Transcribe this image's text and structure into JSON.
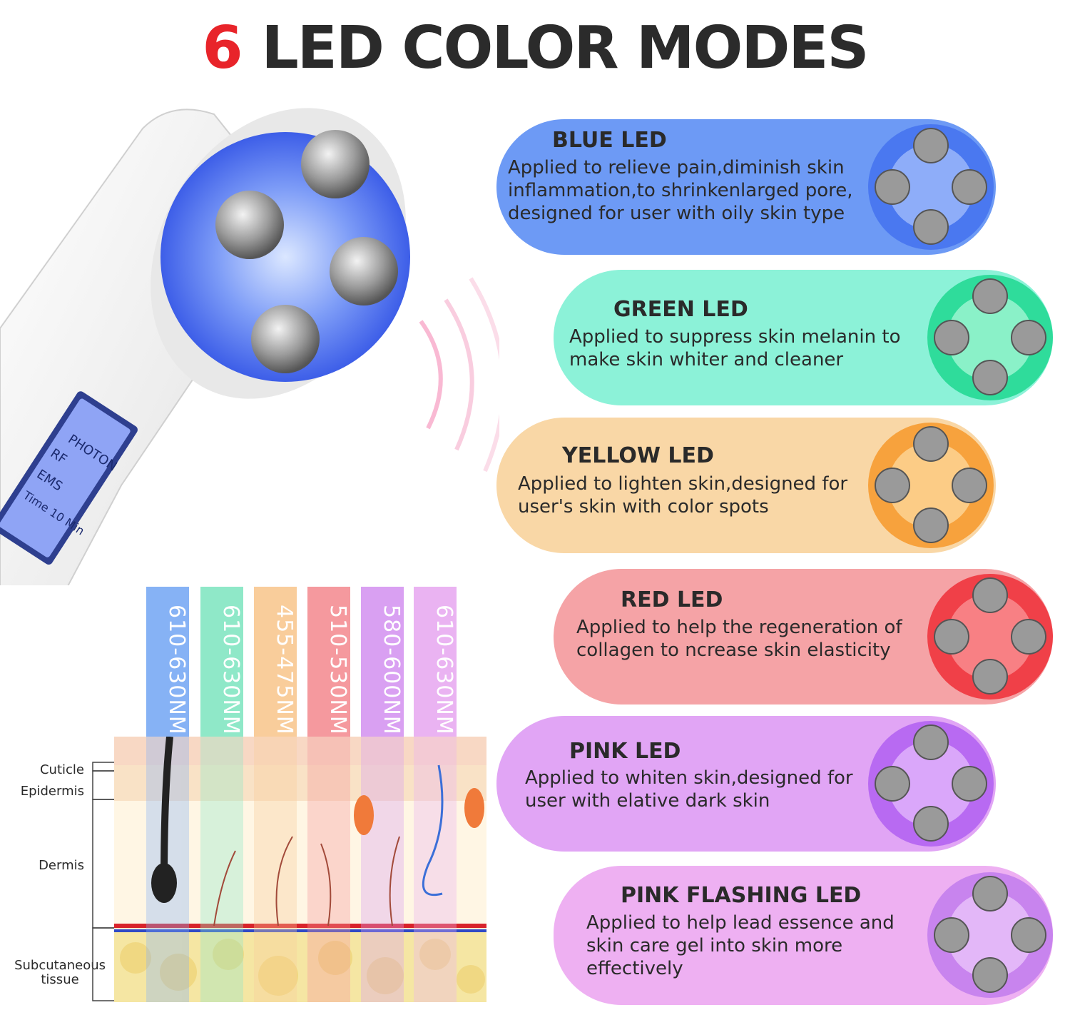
{
  "title": {
    "number": "6",
    "text": "LED COLOR MODES"
  },
  "device_screen": {
    "lines": [
      "PHOTON",
      "RF",
      "EMS",
      "Time 10 Min"
    ]
  },
  "modes": [
    {
      "name": "BLUE LED",
      "description": "Applied to relieve pain,diminish skin\ninflammation,to shrinkenlarged pore,\ndesigned for user with oily skin type",
      "color": "#6d9af5",
      "glow": "#4a78f0"
    },
    {
      "name": "GREEN LED",
      "description": "Applied to suppress skin melanin to\nmake skin whiter and cleaner",
      "color": "#8cf2d8",
      "glow": "#2fdc9b"
    },
    {
      "name": "YELLOW LED",
      "description": "Applied to lighten skin,designed for\nuser's skin with color spots",
      "color": "#f9d7a6",
      "glow": "#f7a23d"
    },
    {
      "name": "RED LED",
      "description": "Applied to help the regeneration of\ncollagen to ncrease skin elasticity",
      "color": "#f5a3a6",
      "glow": "#f04048"
    },
    {
      "name": "PINK LED",
      "description": "Applied to whiten skin,designed for\nuser with elative dark skin",
      "color": "#e1a5f5",
      "glow": "#b86af2"
    },
    {
      "name": "PINK FLASHING LED",
      "description": "Applied to help lead essence and\nskin care gel into skin more\neffectively",
      "color": "#eeb0f2",
      "glow": "#c884ee"
    }
  ],
  "wavelengths": [
    {
      "label": "610-630NM",
      "color": "#86b2f5"
    },
    {
      "label": "610-630NM",
      "color": "#8fe8c8"
    },
    {
      "label": "455-475NM",
      "color": "#f9cd9b"
    },
    {
      "label": "510-530NM",
      "color": "#f5999e"
    },
    {
      "label": "580-600NM",
      "color": "#d9a0f2"
    },
    {
      "label": "610-630NM",
      "color": "#eab3f2"
    }
  ],
  "skin_layers": [
    "Cuticle",
    "Epidermis",
    "Dermis",
    "Subcutaneous\ntissue"
  ]
}
